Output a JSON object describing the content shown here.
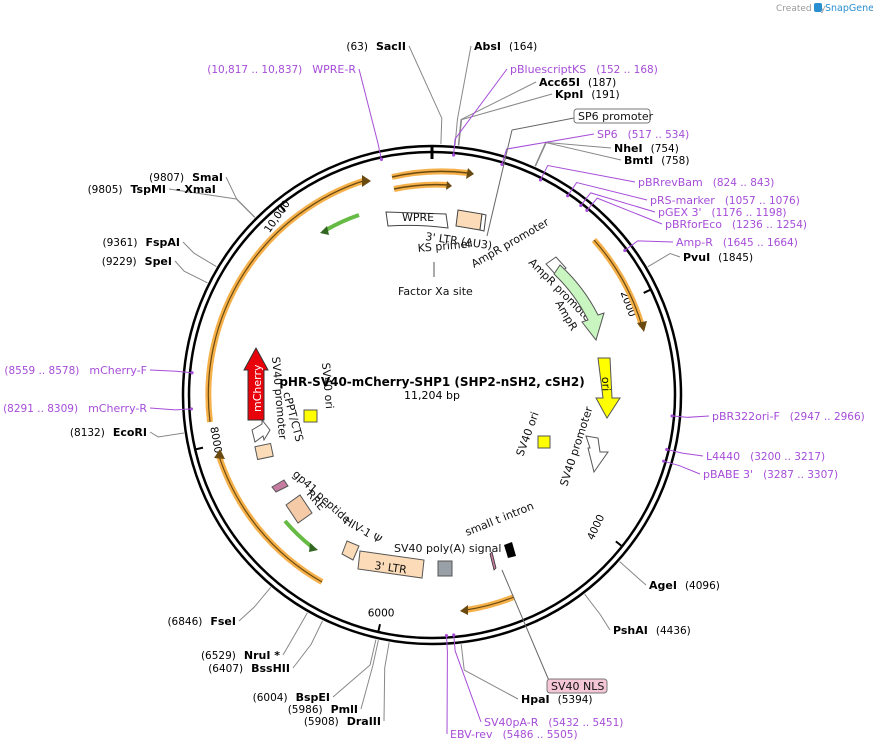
{
  "watermark": {
    "created_by": "Created by",
    "brand": "SnapGene"
  },
  "plasmid": {
    "name": "pHR-SV40-mCherry-SHP1 (SHP2-nSH2, cSH2)",
    "length": "11,204 bp"
  },
  "ticks": [
    {
      "label": "10,000",
      "pos": 10000
    },
    {
      "label": "2000",
      "pos": 2000
    },
    {
      "label": "4000",
      "pos": 4000
    },
    {
      "label": "6000",
      "pos": 6000
    },
    {
      "label": "8000",
      "pos": 8000
    }
  ],
  "enzymes": [
    {
      "name": "SacII",
      "num": "(63)",
      "pos": 63
    },
    {
      "name": "AbsI",
      "num": "(164)",
      "pos": 164
    },
    {
      "name": "Acc65I",
      "num": "(187)",
      "pos": 187
    },
    {
      "name": "KpnI",
      "num": "(191)",
      "pos": 191
    },
    {
      "name": "NheI",
      "num": "(754)",
      "pos": 754
    },
    {
      "name": "BmtI",
      "num": "(758)",
      "pos": 758
    },
    {
      "name": "PvuI",
      "num": "(1845)",
      "pos": 1845
    },
    {
      "name": "AgeI",
      "num": "(4096)",
      "pos": 4096
    },
    {
      "name": "PshAI",
      "num": "(4436)",
      "pos": 4436
    },
    {
      "name": "HpaI",
      "num": "(5394)",
      "pos": 5394
    },
    {
      "name": "DraIII",
      "num": "(5908)",
      "pos": 5908
    },
    {
      "name": "PmlI",
      "num": "(5986)",
      "pos": 5986
    },
    {
      "name": "BspEI",
      "num": "(6004)",
      "pos": 6004
    },
    {
      "name": "BssHII",
      "num": "(6407)",
      "pos": 6407
    },
    {
      "name": "NruI *",
      "num": "(6529)",
      "pos": 6529
    },
    {
      "name": "FseI",
      "num": "(6846)",
      "pos": 6846
    },
    {
      "name": "EcoRI",
      "num": "(8132)",
      "pos": 8132
    },
    {
      "name": "SpeI",
      "num": "(9229)",
      "pos": 9229
    },
    {
      "name": "FspAI",
      "num": "(9361)",
      "pos": 9361
    },
    {
      "name": "TspMI",
      "num": "(9805)",
      "pos": 9805
    },
    {
      "name": "- XmaI",
      "num": "",
      "pos": 9805
    },
    {
      "name": "SmaI",
      "num": "(9807)",
      "pos": 9807
    }
  ],
  "primers": [
    {
      "name": "WPRE-R",
      "range": "(10,817 .. 10,837)",
      "pos": 10827
    },
    {
      "name": "pBluescriptKS",
      "range": "(152 .. 168)",
      "pos": 160
    },
    {
      "name": "SP6",
      "range": "(517 .. 534)",
      "pos": 525
    },
    {
      "name": "pBRrevBam",
      "range": "(824 .. 843)",
      "pos": 833
    },
    {
      "name": "pRS-marker",
      "range": "(1057 .. 1076)",
      "pos": 1066
    },
    {
      "name": "pGEX 3'",
      "range": "(1176 .. 1198)",
      "pos": 1187
    },
    {
      "name": "pBRforEco",
      "range": "(1236 .. 1254)",
      "pos": 1245
    },
    {
      "name": "Amp-R",
      "range": "(1645 .. 1664)",
      "pos": 1654
    },
    {
      "name": "pBR322ori-F",
      "range": "(2947 .. 2966)",
      "pos": 2956
    },
    {
      "name": "L4440",
      "range": "(3200 .. 3217)",
      "pos": 3208
    },
    {
      "name": "pBABE 3'",
      "range": "(3287 .. 3307)",
      "pos": 3297
    },
    {
      "name": "SV40pA-R",
      "range": "(5432 .. 5451)",
      "pos": 5441
    },
    {
      "name": "EBV-rev",
      "range": "(5486 .. 5505)",
      "pos": 5495
    },
    {
      "name": "mCherry-F",
      "range": "(8559 .. 8578)",
      "pos": 8568
    },
    {
      "name": "mCherry-R",
      "range": "(8291 .. 8309)",
      "pos": 8300
    }
  ],
  "boxed_labels": {
    "sp6_promoter": "SP6 promoter",
    "sv40_nls": "SV40 NLS"
  },
  "features": {
    "wpre": "WPRE",
    "ltr3_du3": "3' LTR (ΔU3)",
    "ks_primer": "KS primer",
    "factor_xa": "Factor Xa site",
    "ampr_promoter": "AmpR promoter",
    "ampr": "AmpR",
    "ori": "ori",
    "sv40_promoter_right": "SV40 promoter",
    "sv40_ori_right": "SV40 ori",
    "small_t_intron": "small t intron",
    "sv40_polya": "SV40 poly(A) signal",
    "ltr3": "3' LTR",
    "hiv_psi": "HIV-1 Ψ",
    "rre": "RRE",
    "gp41": "gp41 peptide",
    "cppt": "cPPT/CTS",
    "sv40_promoter_left": "SV40 promoter",
    "sv40_ori_left": "SV40 ori",
    "mcherry": "mCherry"
  },
  "colors": {
    "backbone": "#000000",
    "orf": "#f5b04a",
    "primer": "#a64dd8",
    "ampr": "#c8f5c0",
    "ori": "#ffff00",
    "mcherry": "#e8000b",
    "ltr": "#fcdcb8",
    "rre": "#f5cba7",
    "sv40_ori": "#ffff00",
    "nls_box": "#f4c6d6",
    "polya": "#9aa0a8",
    "green_arrow": "#66bb44",
    "gp41": "#c67ba0"
  }
}
